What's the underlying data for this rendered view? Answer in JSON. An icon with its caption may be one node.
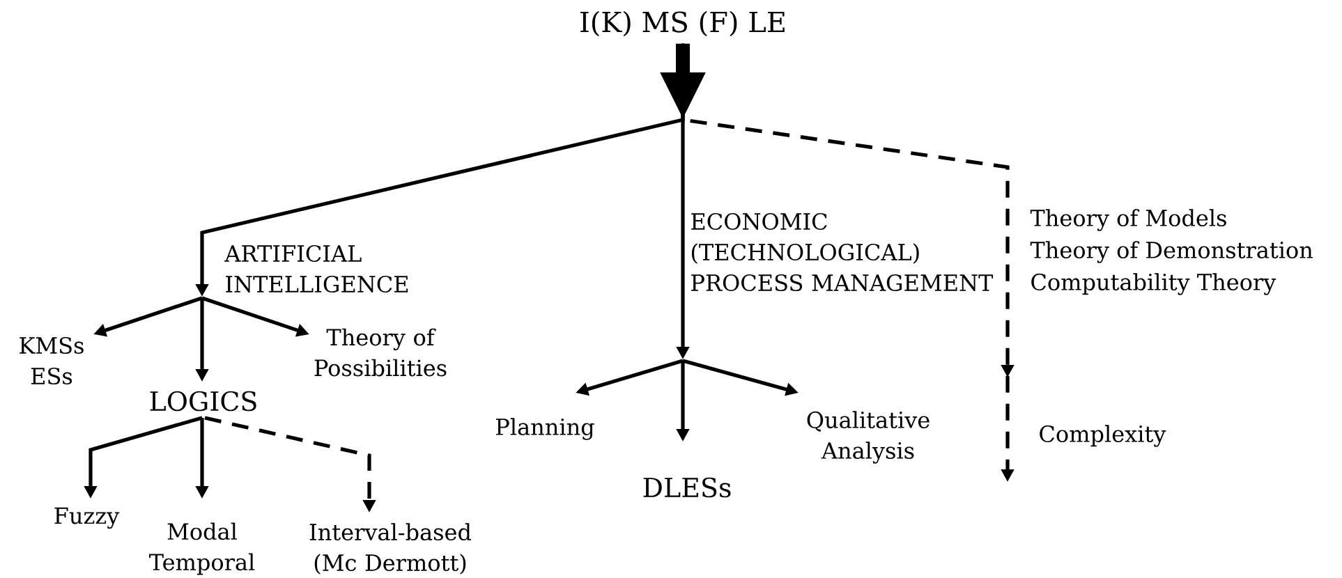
{
  "diagram": {
    "nodes": [
      {
        "text": [
          "I(K) MS (F) LE"
        ]
      },
      {
        "text": [
          "ARTIFICIAL INTELLIGENCE"
        ]
      },
      {
        "text": [
          "ECONOMIC (TECHNOLOGICAL) PROCESS MANAGEMENT"
        ]
      },
      {
        "text": [
          "KMSs",
          "ESs"
        ]
      },
      {
        "text": [
          "Theory of Possibilities"
        ]
      },
      {
        "text": [
          "LOGICS"
        ]
      },
      {
        "text": [
          "Planning"
        ]
      },
      {
        "text": [
          "Qualitative Analysis"
        ]
      },
      {
        "text": [
          "Complexity"
        ]
      },
      {
        "text": [
          "DLESs"
        ]
      },
      {
        "text": [
          "Fuzzy"
        ]
      },
      {
        "text": [
          "Modal Temporal"
        ]
      },
      {
        "text": [
          "Interval-based (Mc Dermott)"
        ]
      }
    ],
    "edges": [
      {
        "from": 0,
        "to": 1,
        "arrow": "to"
      },
      {
        "from": 0,
        "to": 2,
        "arrow": "to"
      },
      {
        "from": 0,
        "to": 8,
        "arrow": "to",
        "style": "dashed"
      },
      {
        "from": 1,
        "to": 3,
        "arrow": "to"
      },
      {
        "from": 1,
        "to": 5,
        "arrow": "to"
      },
      {
        "from": 1,
        "to": 4,
        "arrow": "to"
      },
      {
        "from": 2,
        "to": 6,
        "arrow": "to"
      },
      {
        "from": 2,
        "to": 9,
        "arrow": "to"
      },
      {
        "from": 2,
        "to": 7,
        "arrow": "to"
      },
      {
        "from": 5,
        "to": 10,
        "arrow": "to"
      },
      {
        "from": 5,
        "to": 11,
        "arrow": "to"
      },
      {
        "from": 5,
        "to": 12,
        "arrow": "to",
        "style": "dashed"
      }
    ],
    "labels": [
      "Theory of Models",
      "Theory of Demonstration",
      "Computability Theory"
    ]
  }
}
